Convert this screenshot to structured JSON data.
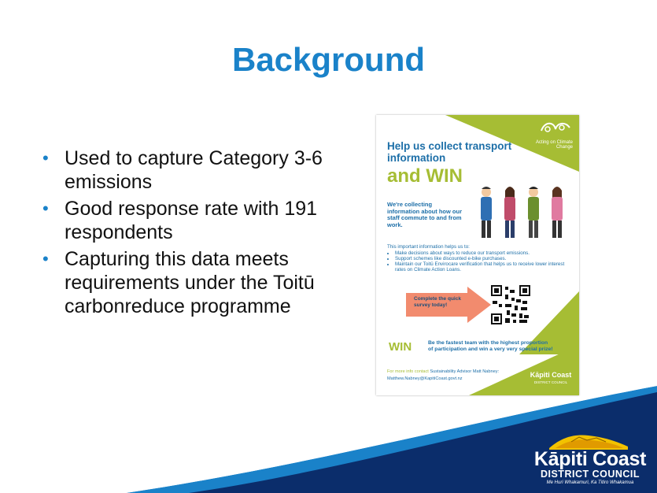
{
  "slide": {
    "title": "Background",
    "bullets": [
      "Used to capture Category 3-6 emissions",
      "Good response rate with 191 respondents",
      "Capturing this data meets requirements under the Toitū carbonreduce programme"
    ],
    "bullet_color": "#1a82c9"
  },
  "poster": {
    "logo_text": "Acting on Climate Change",
    "headline": "Help us collect transport information",
    "headline_win": "and WIN",
    "collecting": "We're collecting information about how our staff commute to and from work.",
    "info_intro": "This important information helps us to:",
    "info_items": [
      "Make decisions about ways to reduce our transport emissions.",
      "Support schemes like discounted e-bike purchases.",
      "Maintain our Toitū Envirocare verification that helps us to receive lower interest rates on Climate Action Loans."
    ],
    "survey_cta": "Complete the quick survey today!",
    "win_label": "WIN",
    "win_text": "Be the fastest team with the highest proportion of participation and win a very very special prize!",
    "contact_line1_green": "For more info contact",
    "contact_line1": "Sustainability Advisor Matt Nabney:",
    "contact_email": "Matthew.Nabney@KapitiCoast.govt.nz",
    "council_name": "Kāpiti Coast",
    "council_sub": "DISTRICT COUNCIL",
    "accent_green": "#a6bd34",
    "accent_blue": "#1d6fa8"
  },
  "footer": {
    "brand_name": "Kāpiti Coast",
    "brand_sub": "DISTRICT COUNCIL",
    "brand_tagline": "Me Huri Whakamuri, Ka Titiro Whakamua",
    "navy": "#0b2d6b",
    "blue": "#1a82c9"
  }
}
